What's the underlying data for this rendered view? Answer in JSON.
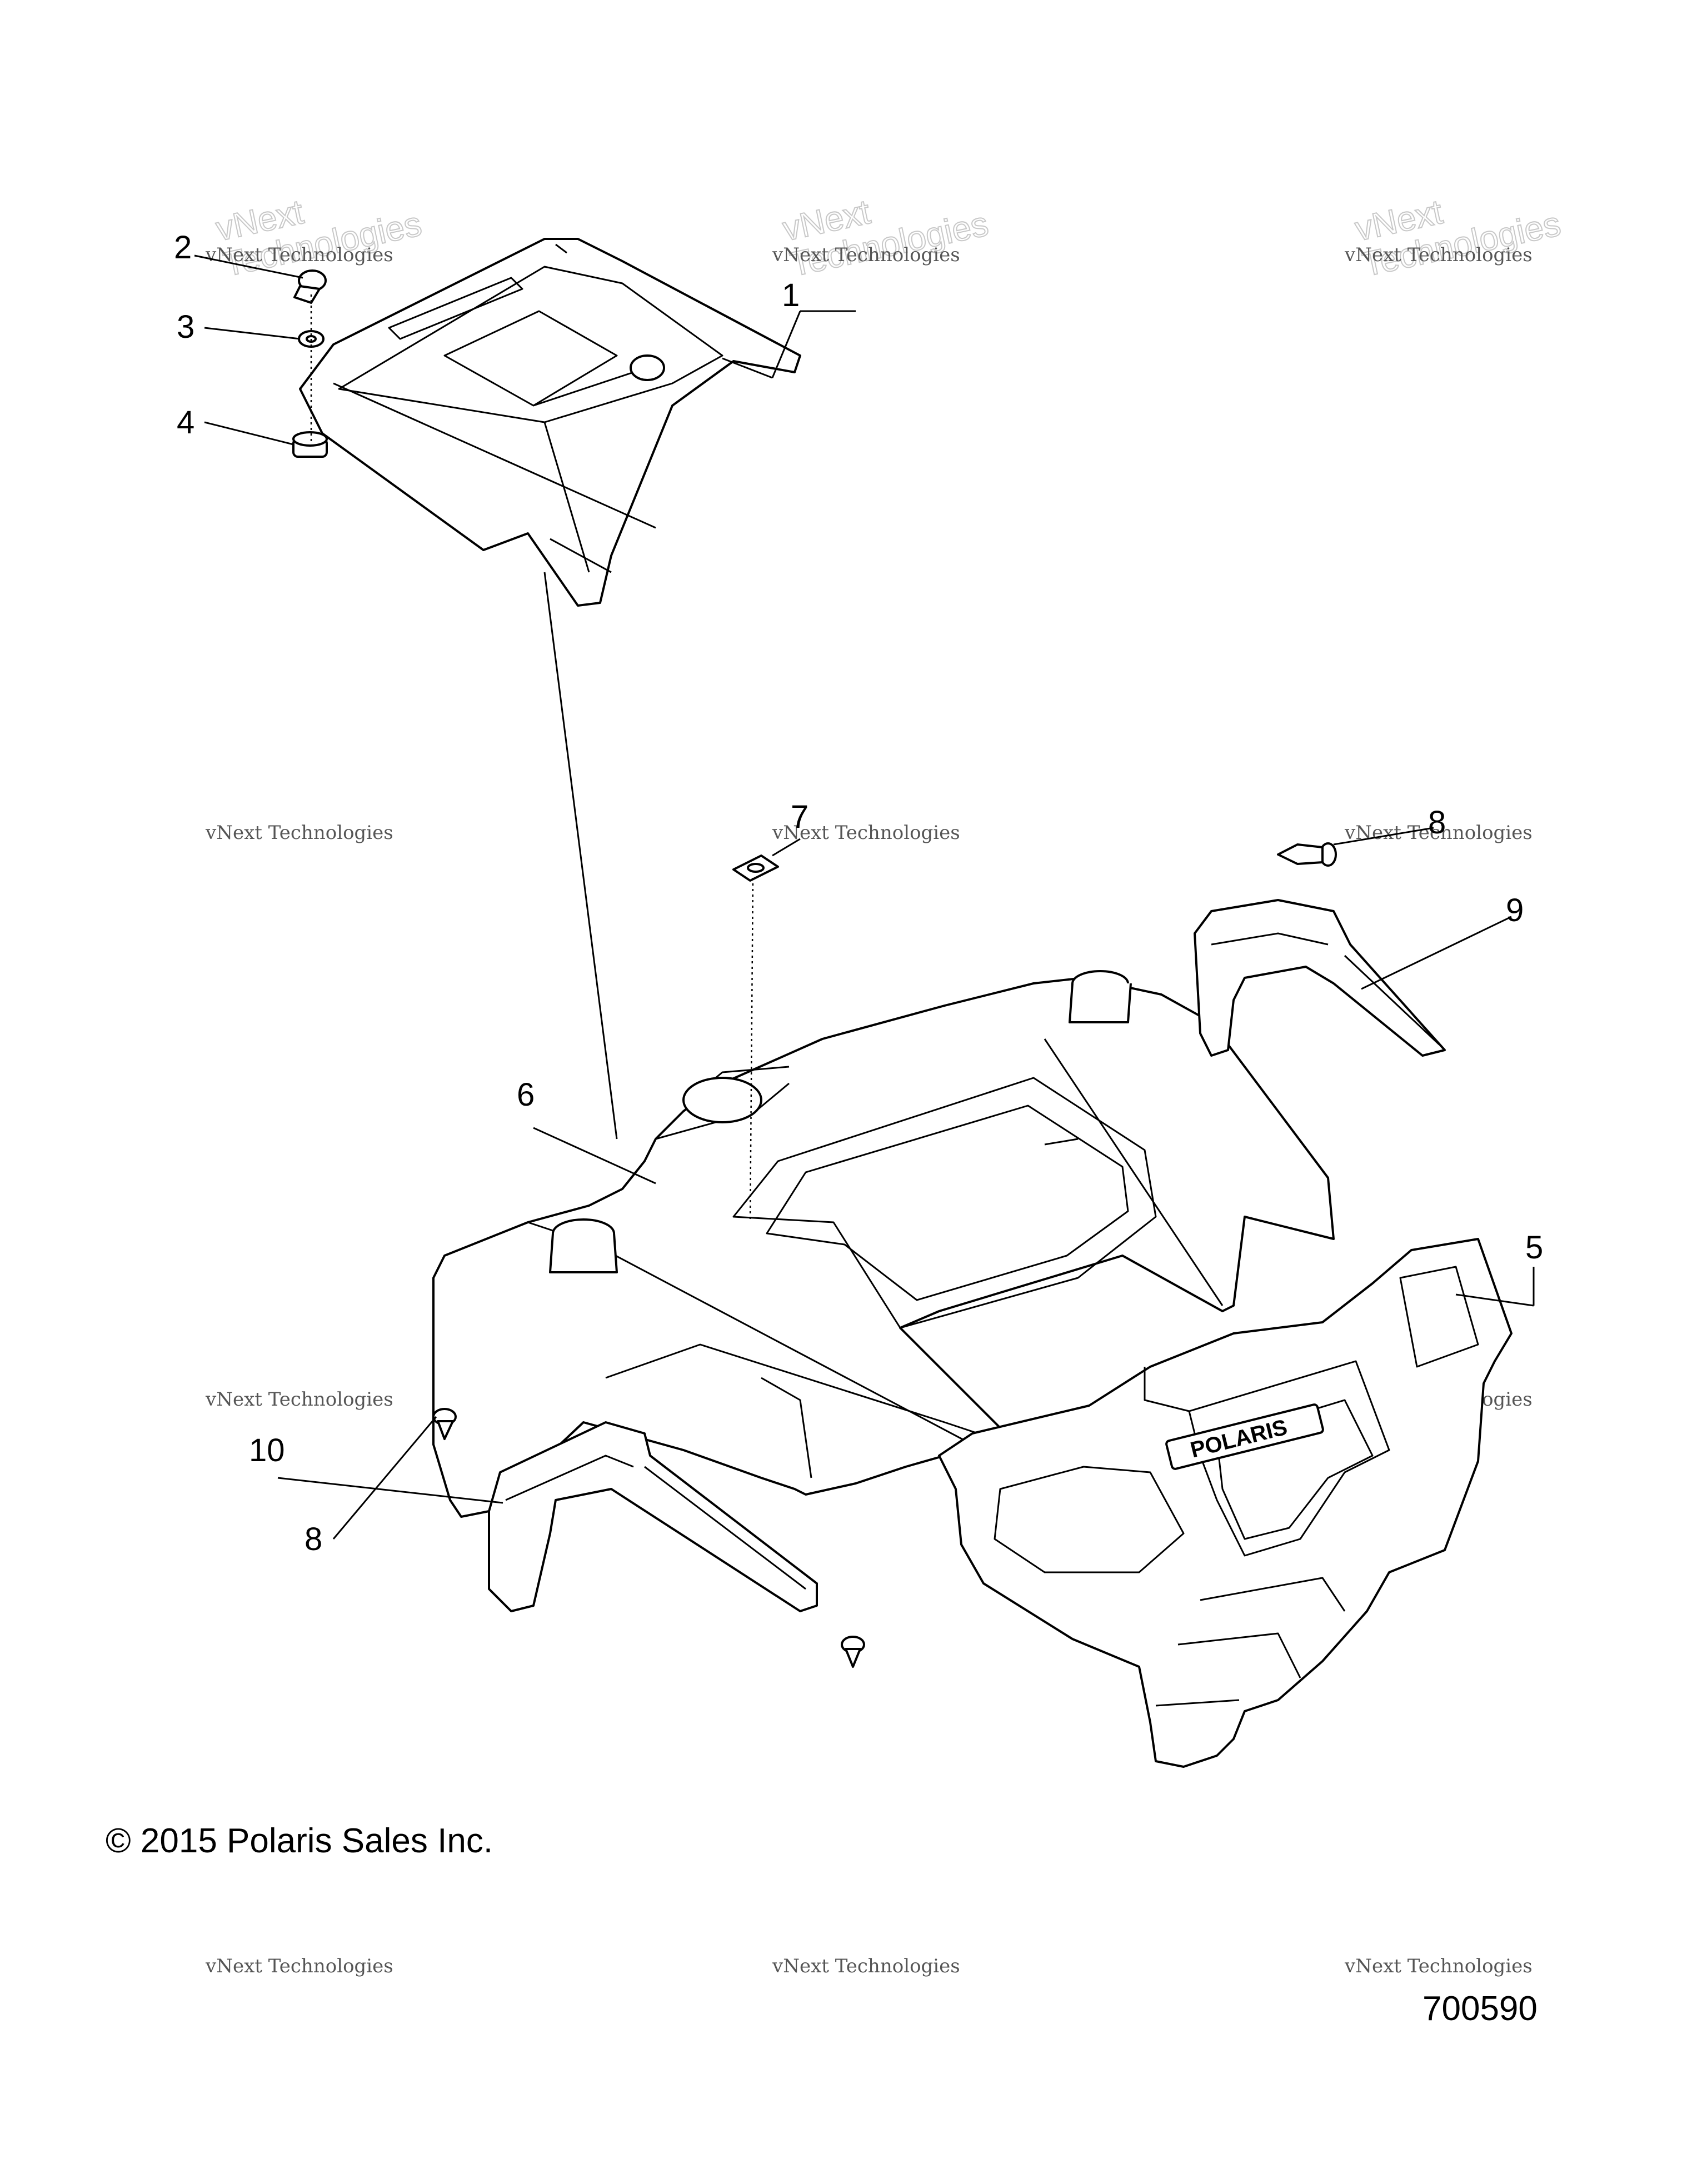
{
  "callouts": [
    "1",
    "2",
    "3",
    "4",
    "5",
    "6",
    "7",
    "8",
    "8",
    "9",
    "10"
  ],
  "watermark": {
    "small_text": "vNext Technologies",
    "big_text": "vNext\nTechnologies"
  },
  "footer": {
    "copyright": "© 2015 Polaris Sales Inc.",
    "part_number": "700590"
  }
}
